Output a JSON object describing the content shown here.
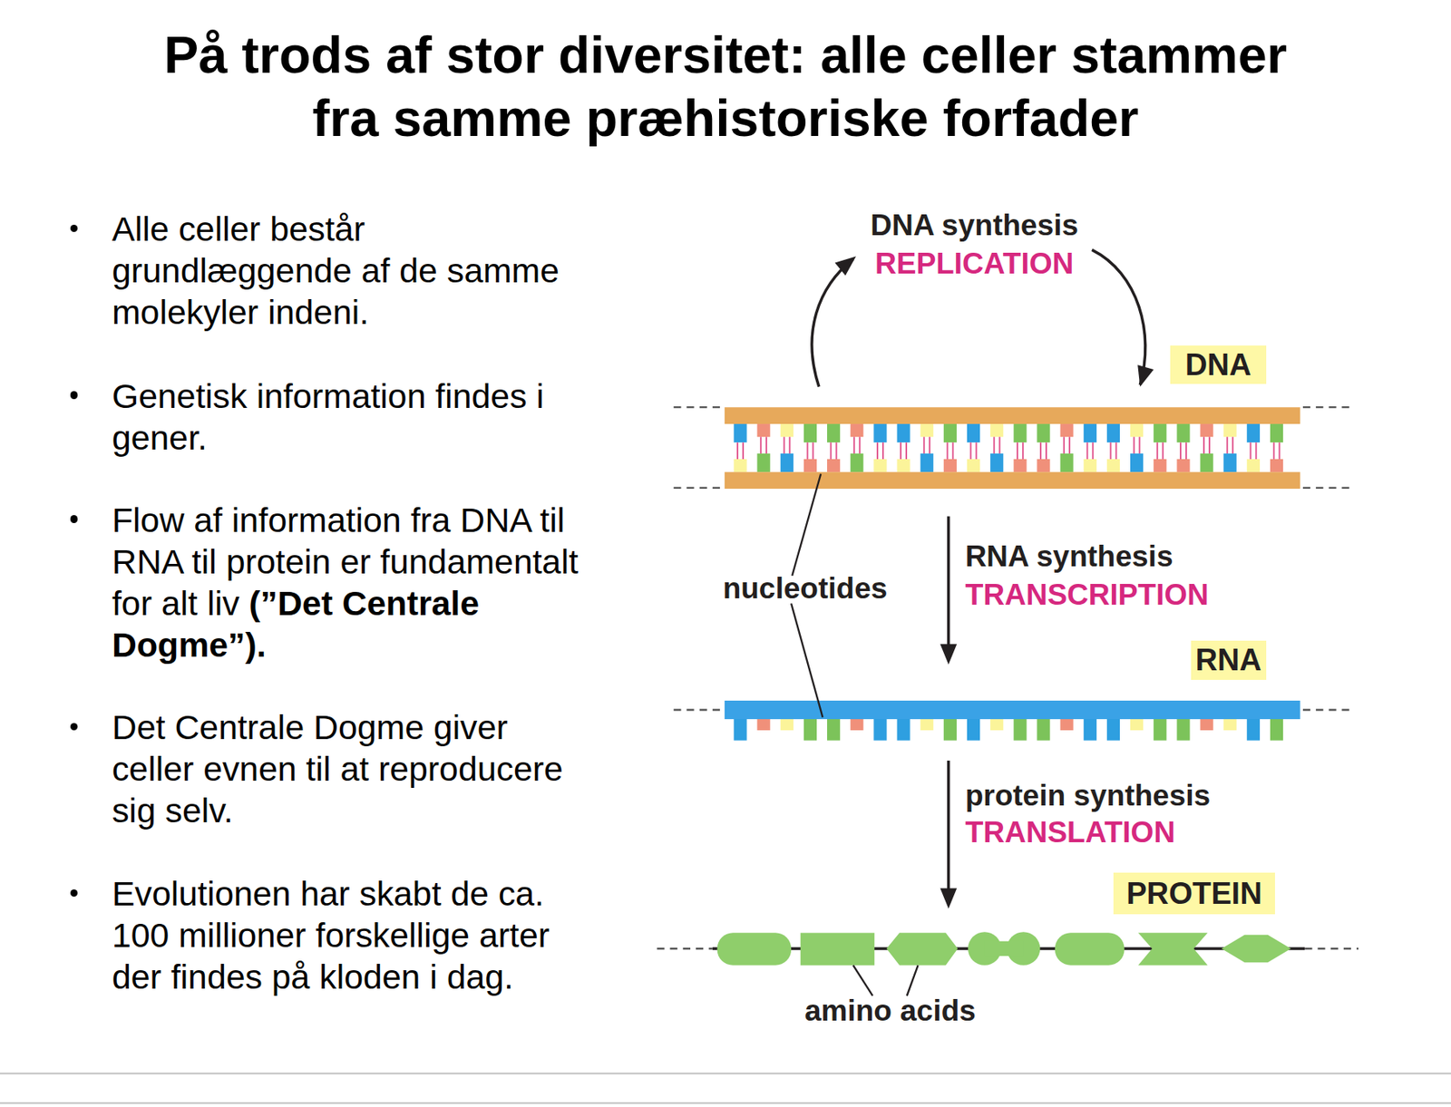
{
  "diagram": {
    "title": "På trods af stor diversitet: alle celler stammer fra samme præhistoriske forfader",
    "nodes": [
      {
        "text": [
          "DNA"
        ]
      },
      {
        "text": [
          "RNA"
        ]
      },
      {
        "text": [
          "PROTEIN"
        ]
      }
    ],
    "edges": [
      {
        "from": 0,
        "to": 0,
        "arrow": "to"
      },
      {
        "from": 0,
        "to": 1,
        "arrow": "to"
      },
      {
        "from": 1,
        "to": 2,
        "arrow": "to"
      }
    ],
    "labels": [
      "Alle celler består grundlæggende af de samme molekyler indeni.",
      "Genetisk information findes i gener.",
      "Flow af information fra DNA til RNA til protein er fundamentalt for alt liv",
      "(”Det Centrale Dogme”).",
      "Det Centrale Dogme giver celler evnen til at reproducere sig selv.",
      "Evolutionen har skabt de ca. 100 millioner forskellige arter der findes på kloden i dag.",
      "DNA synthesis",
      "REPLICATION",
      "RNA synthesis",
      "TRANSCRIPTION",
      "protein synthesis",
      "TRANSLATION",
      "nucleotides",
      "amino acids"
    ]
  }
}
